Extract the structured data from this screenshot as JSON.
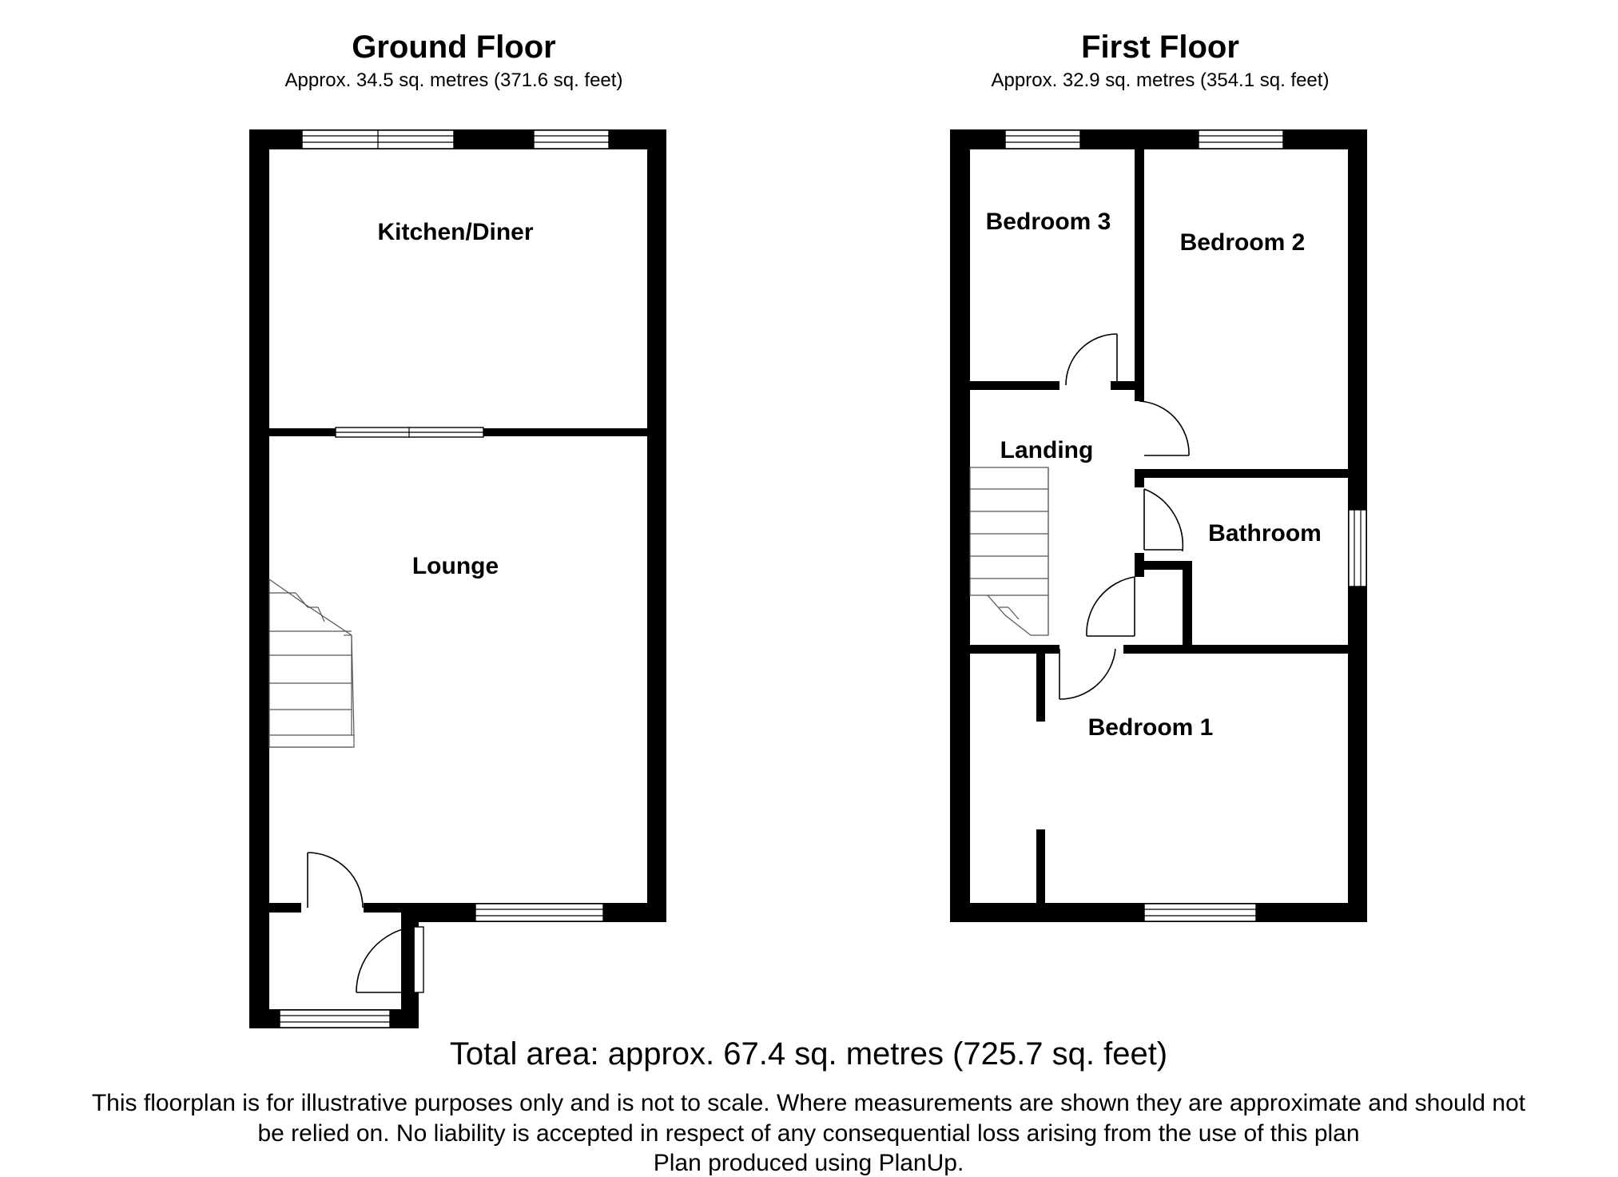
{
  "ground_floor": {
    "title": "Ground Floor",
    "area": "Approx. 34.5 sq. metres (371.6 sq. feet)",
    "rooms": {
      "kitchen": "Kitchen/Diner",
      "lounge": "Lounge"
    }
  },
  "first_floor": {
    "title": "First Floor",
    "area": "Approx. 32.9 sq. metres (354.1 sq. feet)",
    "rooms": {
      "bedroom3": "Bedroom 3",
      "bedroom2": "Bedroom 2",
      "landing": "Landing",
      "bathroom": "Bathroom",
      "bedroom1": "Bedroom 1"
    }
  },
  "footer": {
    "total": "Total area: approx. 67.4 sq. metres (725.7 sq. feet)",
    "disclaimer_line1": "This floorplan is for illustrative purposes only and is not to scale. Where measurements are shown they are approximate and should not",
    "disclaimer_line2": "be relied on. No liability is accepted in respect of any consequential loss arising from the use of this plan",
    "credit": "Plan produced using PlanUp."
  }
}
